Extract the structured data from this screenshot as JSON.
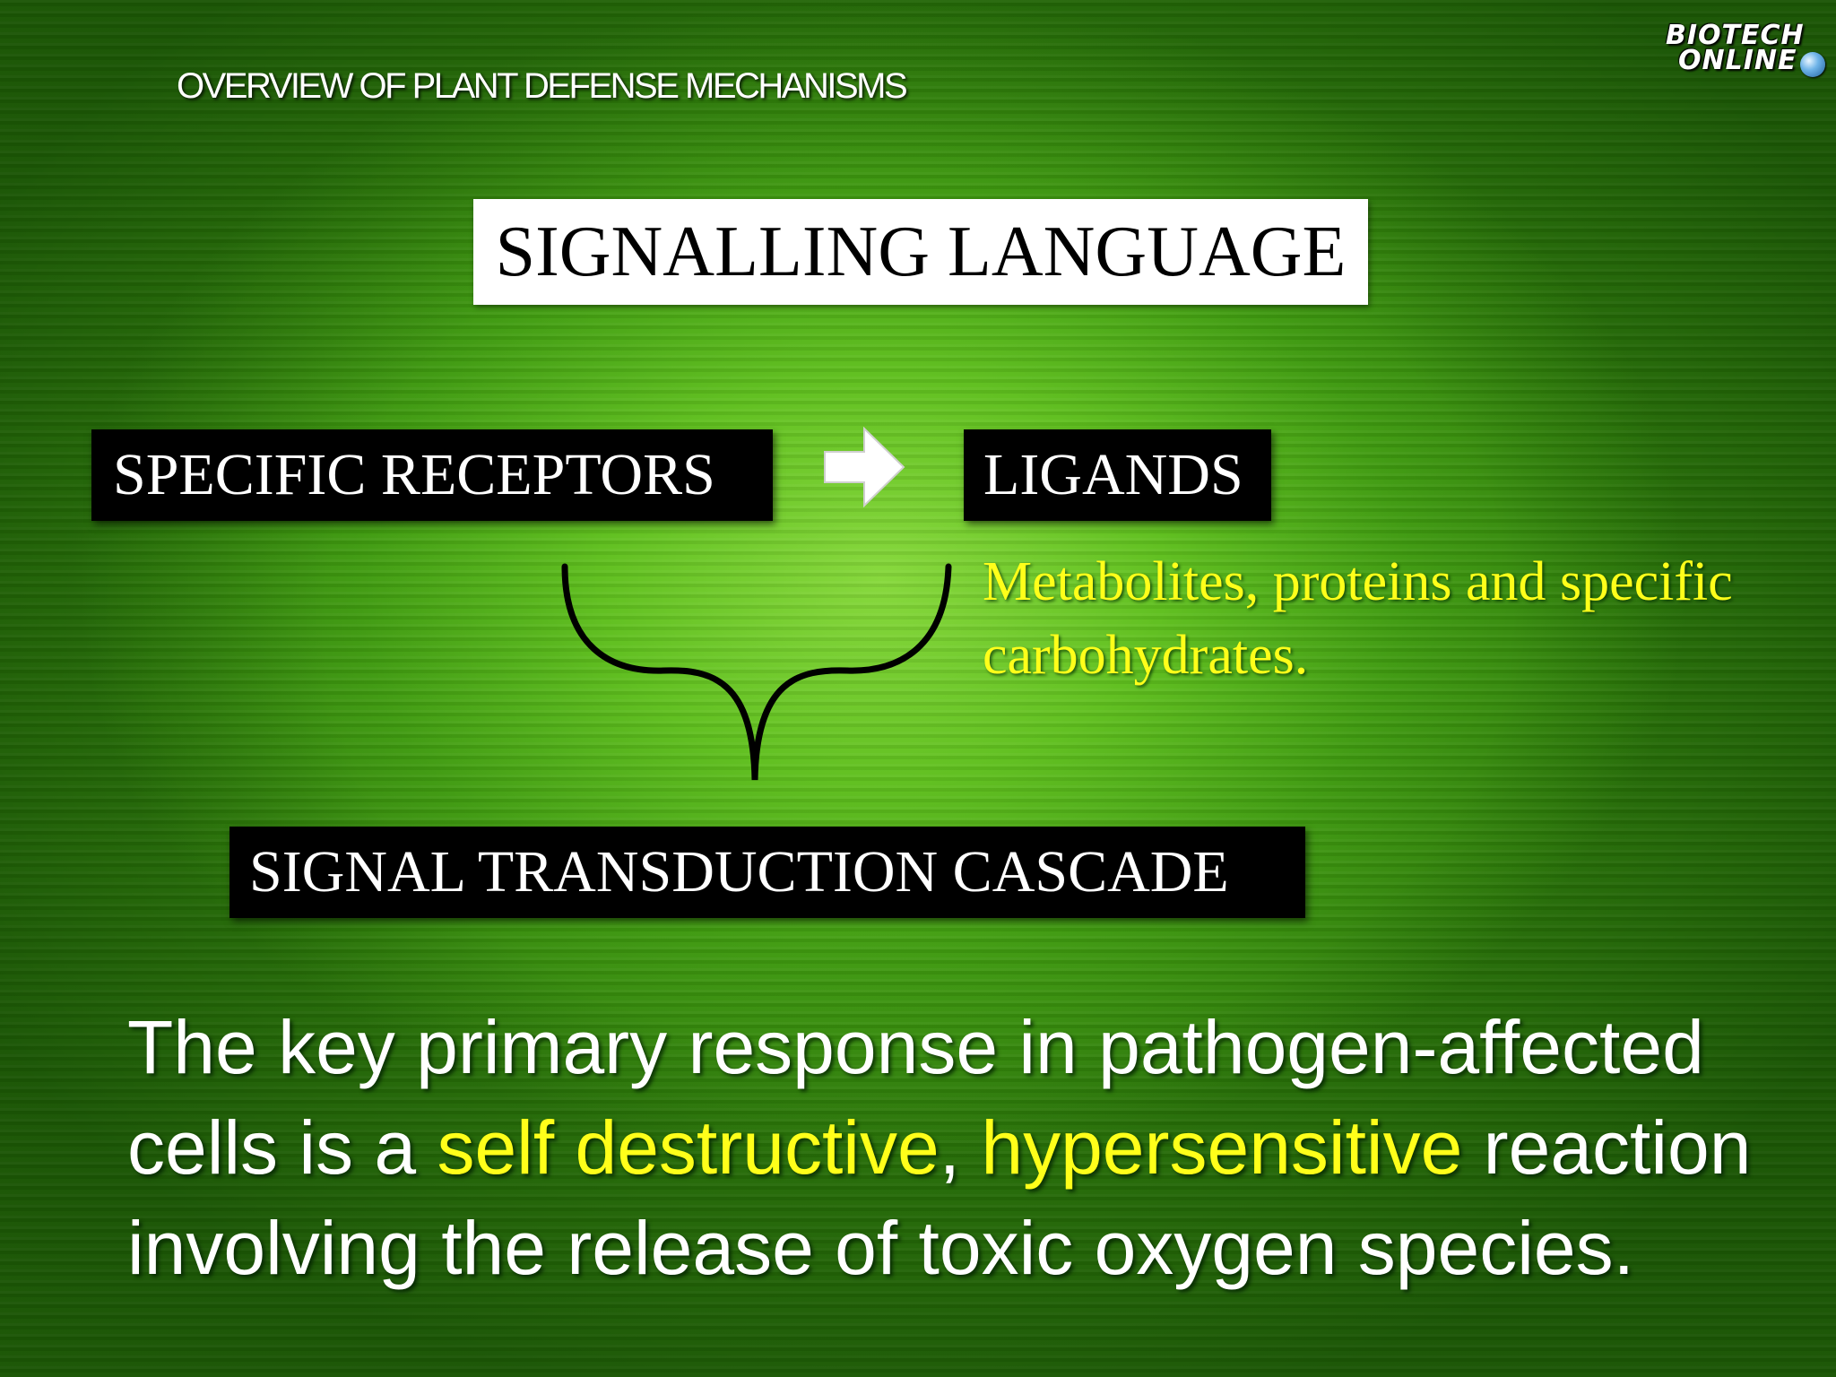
{
  "header": {
    "title": "OVERVIEW OF PLANT DEFENSE MECHANISMS"
  },
  "logo": {
    "line1": "BIOTECH",
    "line2": "ONLINE",
    "icon": "globe-icon"
  },
  "diagram": {
    "main_title": "SIGNALLING LANGUAGE",
    "receptors_label": "SPECIFIC RECEPTORS",
    "ligands_label": "LIGANDS",
    "ligands_note": "Metabolites, proteins and specific carbohydrates.",
    "cascade_label": "SIGNAL TRANSDUCTION CASCADE",
    "arrow_icon": "arrow-right-icon",
    "connector_icon": "curly-brace-icon"
  },
  "summary": {
    "part1": "The key primary response in pathogen-affected cells is a ",
    "highlight1": "self destructive",
    "part2": ", ",
    "highlight2": "hypersensitive",
    "part3": " reaction involving the release of toxic oxygen species."
  },
  "colors": {
    "background": "#5fbf1e",
    "highlight": "#ffff1a",
    "box_dark": "#000000",
    "box_light": "#ffffff"
  }
}
